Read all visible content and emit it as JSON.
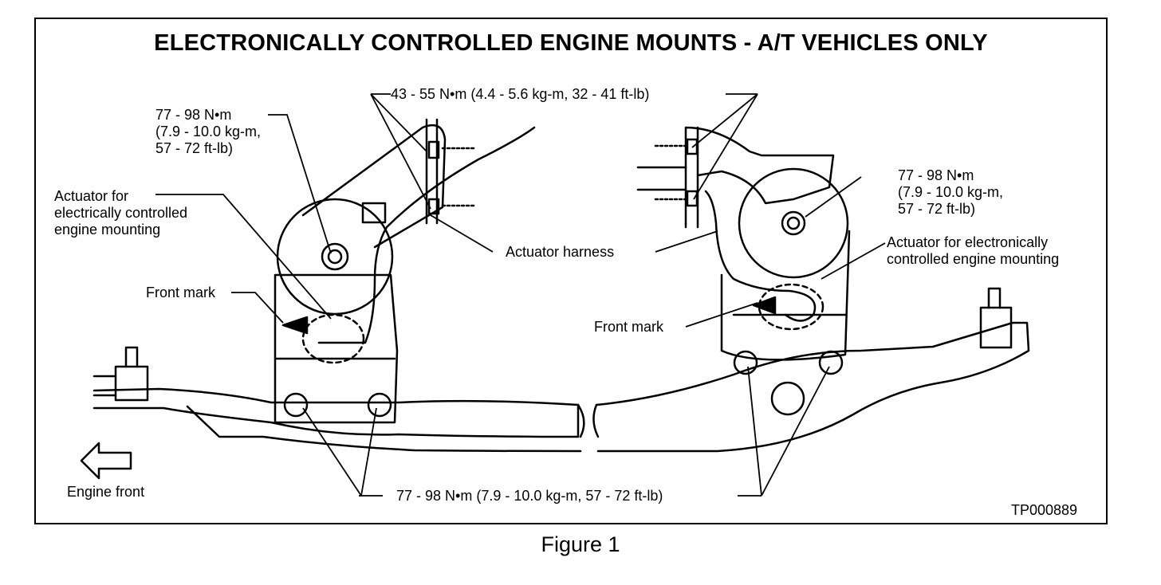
{
  "title": "ELECTRONICALLY CONTROLLED ENGINE MOUNTS - A/T VEHICLES ONLY",
  "labels": {
    "top_torque": "43 - 55 N•m (4.4 - 5.6 kg-m, 32 - 41 ft-lb)",
    "left_torque": [
      "77 - 98 N•m",
      "(7.9 - 10.0 kg-m,",
      "57 - 72 ft-lb)"
    ],
    "right_torque": [
      "77 - 98 N•m",
      "(7.9 - 10.0 kg-m,",
      "57 - 72 ft-lb)"
    ],
    "left_actuator": [
      "Actuator for",
      "electrically controlled",
      "engine mounting"
    ],
    "right_actuator": [
      "Actuator for electronically",
      "controlled engine mounting"
    ],
    "actuator_harness": "Actuator harness",
    "front_mark_left": "Front mark",
    "front_mark_right": "Front mark",
    "engine_front": "Engine front",
    "bottom_torque": "77 - 98 N•m (7.9 - 10.0 kg-m, 57 - 72 ft-lb)"
  },
  "figure_code": "TP000889",
  "caption": "Figure 1"
}
